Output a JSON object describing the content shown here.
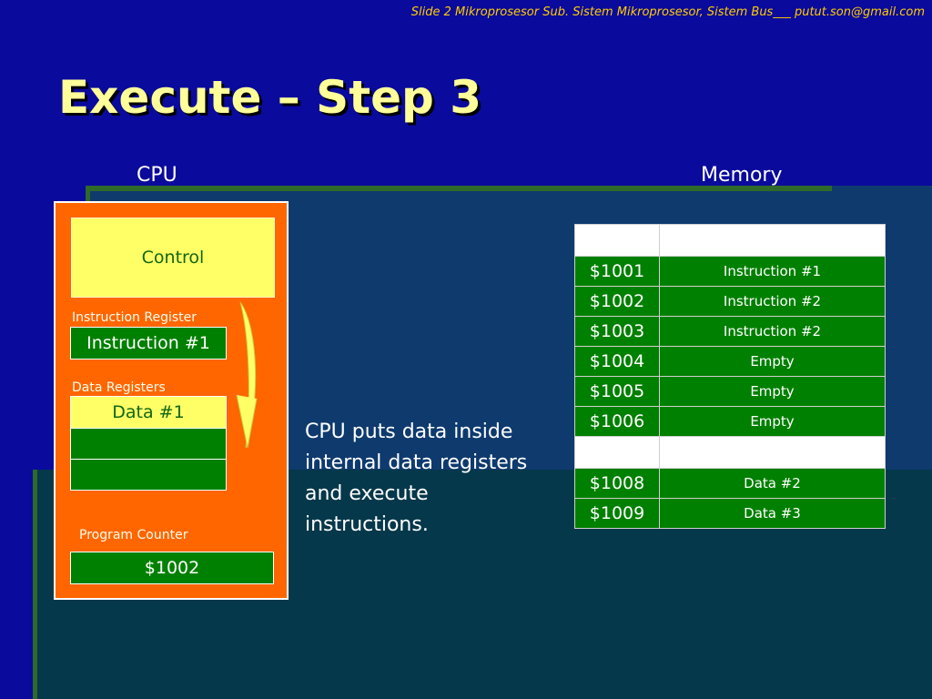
{
  "header_note": "Slide 2 Mikroprosesor Sub. Sistem Mikroprosesor, Sistem Bus___ putut.son@gmail.com",
  "title": "Execute – Step 3",
  "cpu": {
    "label": "CPU",
    "control": "Control",
    "instruction_register_label": "Instruction Register",
    "instruction_register_value": "Instruction #1",
    "data_registers_label": "Data Registers",
    "data_registers": [
      "Data #1",
      "",
      ""
    ],
    "program_counter_label": "Program Counter",
    "program_counter_value": "$1002"
  },
  "memory": {
    "label": "Memory",
    "rows": [
      {
        "address": "",
        "content": ""
      },
      {
        "address": "$1001",
        "content": "Instruction #1"
      },
      {
        "address": "$1002",
        "content": "Instruction #2"
      },
      {
        "address": "$1003",
        "content": "Instruction #2"
      },
      {
        "address": "$1004",
        "content": "Empty"
      },
      {
        "address": "$1005",
        "content": "Empty"
      },
      {
        "address": "$1006",
        "content": "Empty"
      },
      {
        "address": "",
        "content": ""
      },
      {
        "address": "$1008",
        "content": "Data #2"
      },
      {
        "address": "$1009",
        "content": "Data #3"
      }
    ]
  },
  "description": "CPU puts data inside internal data registers and execute instructions.",
  "colors": {
    "background": "#0a0a9c",
    "cpu_box": "#ff6600",
    "register_green": "#008000",
    "highlight_yellow": "#ffff66",
    "header_note": "#ffcc00"
  }
}
